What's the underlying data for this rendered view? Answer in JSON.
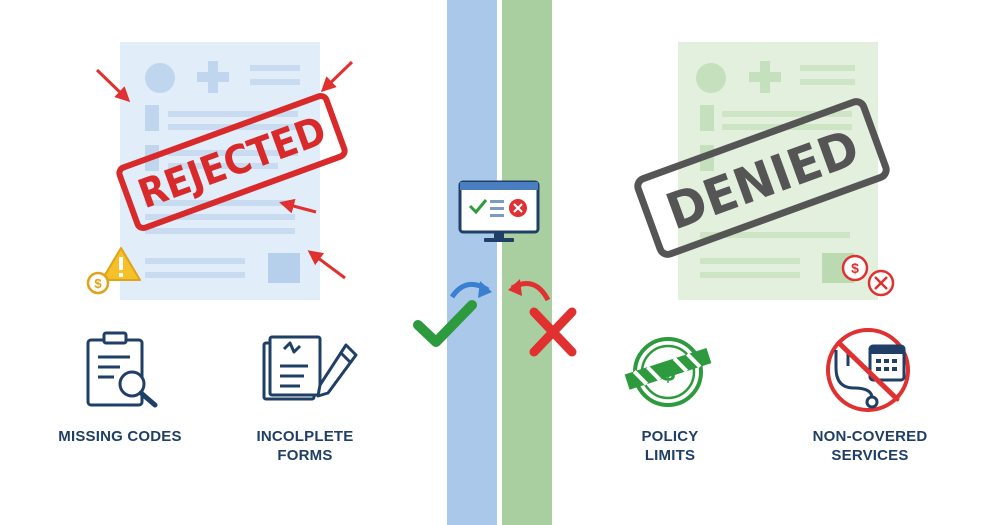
{
  "stamps": {
    "rejected": "REJECTED",
    "denied": "DENIED"
  },
  "labels": {
    "missing_codes": "MISSING CODES",
    "incomplete_line1": "INCOLPLETE",
    "incomplete_line2": "FORMS",
    "policy_line1": "POLICY",
    "policy_line2": "LIMITS",
    "noncovered_line1": "NON-COVERED",
    "noncovered_line2": "SERVICES"
  },
  "colors": {
    "blue_band": "#a9c8ea",
    "green_band": "#a9cfa0",
    "stamp_red": "#d82a2a",
    "stamp_gray": "#555555",
    "check_green": "#2e9a3e",
    "cross_red": "#e03030",
    "label_navy": "#1f3f66"
  },
  "icons": [
    "clipboard-magnifier-icon",
    "document-pencil-icon",
    "policy-limit-seal-icon",
    "no-stethoscope-calendar-icon",
    "monitor-check-cross-icon",
    "warning-icon",
    "dollar-coin-icon",
    "checkmark-icon",
    "cross-icon"
  ]
}
